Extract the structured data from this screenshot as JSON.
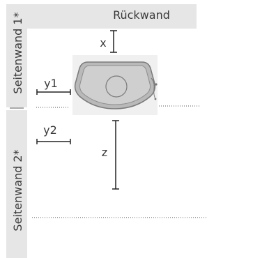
{
  "walls": {
    "back": "Rückwand",
    "side1": "Seitenwand 1*",
    "side2": "Seitenwand 2*"
  },
  "dimensions": {
    "x": "x",
    "y1": "y1",
    "y2": "y2",
    "z": "z"
  },
  "colors": {
    "wall": "#e6e6e6",
    "line": "#222222",
    "text": "#3a3a3a"
  },
  "icons": {
    "appliance": "sink-top-view"
  }
}
